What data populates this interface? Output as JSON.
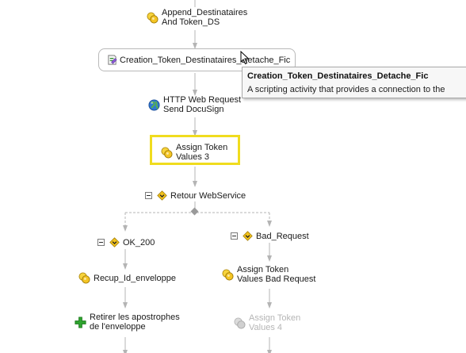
{
  "workflow": {
    "append_node": {
      "line1": "Append_Destinataires",
      "line2": "And Token_DS"
    },
    "script_node": {
      "label": "Creation_Token_Destinataires_Detache_Fic"
    },
    "http_node": {
      "line1": "HTTP Web Request",
      "line2": "Send DocuSign"
    },
    "assign_node": {
      "line1": "Assign Token",
      "line2": "Values 3"
    },
    "switch_node": {
      "label": "Retour WebService"
    },
    "branch_ok": {
      "label": "OK_200",
      "recup": {
        "label": "Recup_Id_enveloppe"
      },
      "retirer": {
        "line1": "Retirer les apostrophes",
        "line2": "de l'enveloppe"
      }
    },
    "branch_bad": {
      "label": "Bad_Request",
      "assign_bad": {
        "line1": "Assign Token",
        "line2": "Values Bad Request"
      },
      "assign_4": {
        "line1": "Assign Token",
        "line2": "Values 4"
      }
    }
  },
  "tooltip": {
    "title": "Creation_Token_Destinataires_Detache_Fic",
    "description": "A scripting activity that provides a connection to the"
  },
  "colors": {
    "selection": "#f0dc1e",
    "connector": "#b4b4b4",
    "add_icon": "#2fa52f",
    "switch_icon": "#f2c21c"
  },
  "icons": {
    "assign": "coins-icon",
    "script": "script-icon",
    "http": "globe-icon",
    "switch": "diamond-switch-icon",
    "add": "plus-icon",
    "collapse": "collapse-minus-icon"
  }
}
